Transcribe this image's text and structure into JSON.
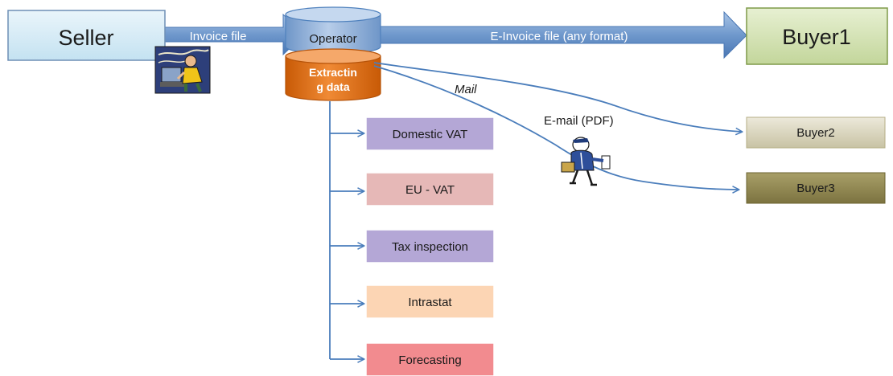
{
  "nodes": {
    "seller": "Seller",
    "operator": "Operator",
    "extracting": [
      "Extractin",
      "g data"
    ],
    "buyer1": "Buyer1",
    "buyer2": "Buyer2",
    "buyer3": "Buyer3"
  },
  "edges": {
    "invoice_file": "Invoice file",
    "einvoice_file": "E-Invoice file (any format)",
    "mail": "Mail",
    "email_pdf": "E-mail (PDF)"
  },
  "outputs": [
    {
      "label": "Domestic VAT",
      "color": "#b4a7d6"
    },
    {
      "label": "EU - VAT",
      "color": "#e6b8b7"
    },
    {
      "label": "Tax inspection",
      "color": "#b4a7d6"
    },
    {
      "label": "Intrastat",
      "color": "#fcd5b4"
    },
    {
      "label": "Forecasting",
      "color": "#f28b8f"
    }
  ],
  "colors": {
    "seller_fill": "#dbeef7",
    "buyer1_fill": "#d7e4bd",
    "buyer2_fill": "#ddd9c3",
    "buyer3_fill": "#948a54",
    "operator_fill": "#95b3d7",
    "extracting_fill": "#e46c0a",
    "arrow": "#4f81bd",
    "line": "#4a7dbb"
  },
  "icons": [
    "computer-user-clipart-icon",
    "mail-carrier-clipart-icon"
  ]
}
